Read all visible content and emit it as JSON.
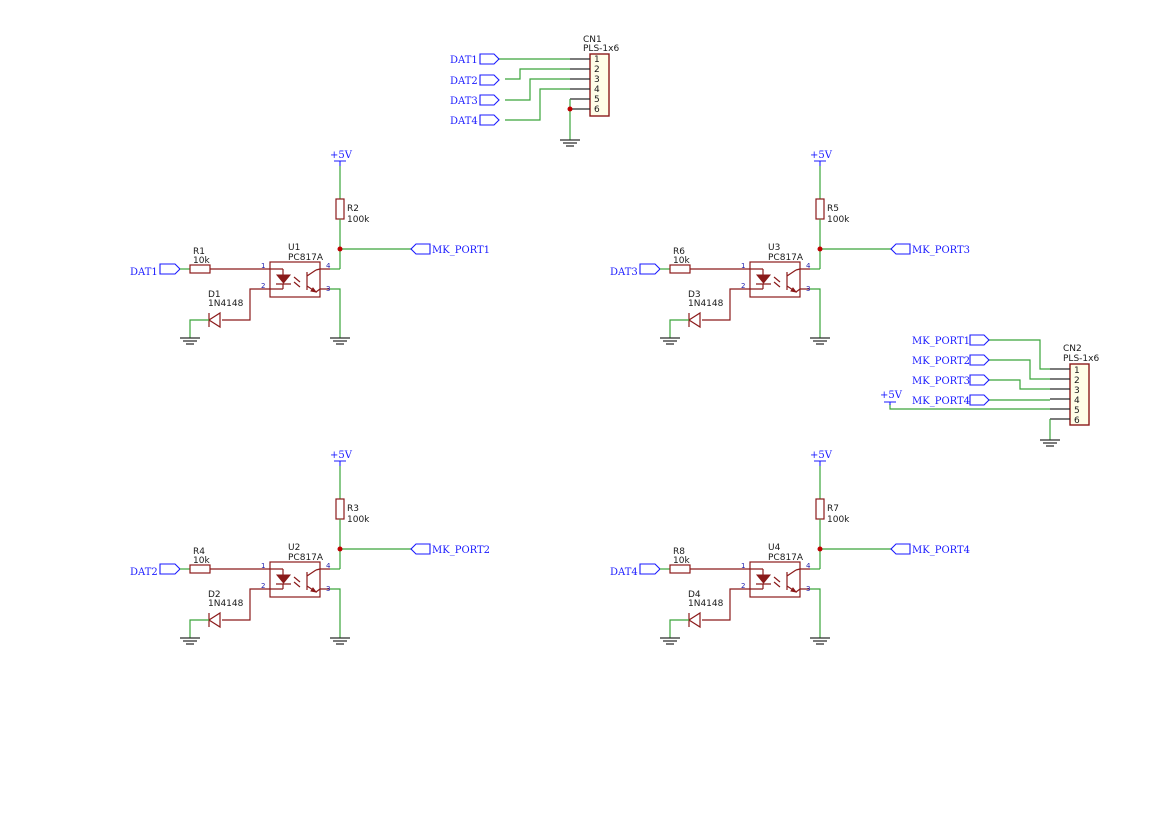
{
  "connectors": [
    {
      "ref": "CN1",
      "value": "PLS-1x6",
      "pins": [
        "1",
        "2",
        "3",
        "4",
        "5",
        "6"
      ],
      "nets": [
        "DAT1",
        "DAT2",
        "DAT3",
        "DAT4"
      ]
    },
    {
      "ref": "CN2",
      "value": "PLS-1x6",
      "pins": [
        "1",
        "2",
        "3",
        "4",
        "5",
        "6"
      ],
      "nets": [
        "MK_PORT1",
        "MK_PORT2",
        "MK_PORT3",
        "MK_PORT4"
      ],
      "power": "+5V"
    }
  ],
  "channels": [
    {
      "input": "DAT1",
      "output": "MK_PORT1",
      "power": "+5V",
      "resistor_in": {
        "ref": "R1",
        "value": "10k"
      },
      "pullup": {
        "ref": "R2",
        "value": "100k"
      },
      "diode": {
        "ref": "D1",
        "value": "1N4148"
      },
      "opto": {
        "ref": "U1",
        "value": "PC817A",
        "pins": [
          "1",
          "2",
          "3",
          "4"
        ]
      }
    },
    {
      "input": "DAT3",
      "output": "MK_PORT3",
      "power": "+5V",
      "resistor_in": {
        "ref": "R6",
        "value": "10k"
      },
      "pullup": {
        "ref": "R5",
        "value": "100k"
      },
      "diode": {
        "ref": "D3",
        "value": "1N4148"
      },
      "opto": {
        "ref": "U3",
        "value": "PC817A",
        "pins": [
          "1",
          "2",
          "3",
          "4"
        ]
      }
    },
    {
      "input": "DAT2",
      "output": "MK_PORT2",
      "power": "+5V",
      "resistor_in": {
        "ref": "R4",
        "value": "10k"
      },
      "pullup": {
        "ref": "R3",
        "value": "100k"
      },
      "diode": {
        "ref": "D2",
        "value": "1N4148"
      },
      "opto": {
        "ref": "U2",
        "value": "PC817A",
        "pins": [
          "1",
          "2",
          "3",
          "4"
        ]
      }
    },
    {
      "input": "DAT4",
      "output": "MK_PORT4",
      "power": "+5V",
      "resistor_in": {
        "ref": "R8",
        "value": "10k"
      },
      "pullup": {
        "ref": "R7",
        "value": "100k"
      },
      "diode": {
        "ref": "D4",
        "value": "1N4148"
      },
      "opto": {
        "ref": "U4",
        "value": "PC817A",
        "pins": [
          "1",
          "2",
          "3",
          "4"
        ]
      }
    }
  ],
  "colors": {
    "wire": "#3aa53a",
    "component": "#8b1a1a",
    "net_label": "#1a1aff",
    "junction": "#c00000",
    "ground": "#2a2a2a"
  }
}
